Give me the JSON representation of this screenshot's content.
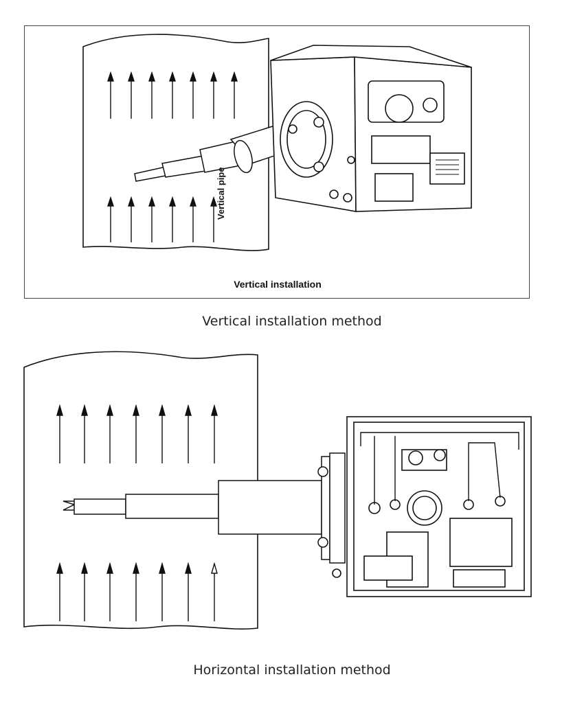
{
  "top_figure": {
    "pipe_label": "Vertical pipe",
    "inner_title": "Vertical installation",
    "caption": "Vertical installation method"
  },
  "bottom_figure": {
    "caption": "Horizontal installation method"
  },
  "colors": {
    "line": "#111111",
    "fill": "#ffffff",
    "frame": "#444444"
  }
}
